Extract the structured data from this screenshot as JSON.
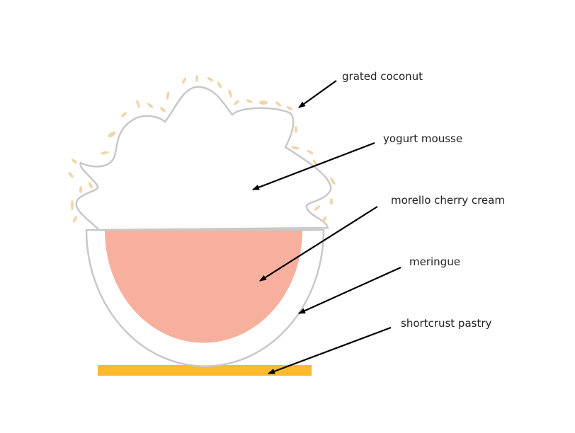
{
  "title": "Dessert layers diagram",
  "labels": {
    "grated_coconut": "grated coconut",
    "yogurt_mousse": "yogurt mousse",
    "morello_cherry_cream": "morello cherry cream",
    "meringue": "meringue",
    "shortcrust_pastry": "shortcrust pastry"
  },
  "colors": {
    "outline": "#C8C8C8",
    "cherry_cream": "#F7B09E",
    "pastry": "#FDBA2C",
    "coconut": "#F0D5AA",
    "arrow": "#000000"
  }
}
